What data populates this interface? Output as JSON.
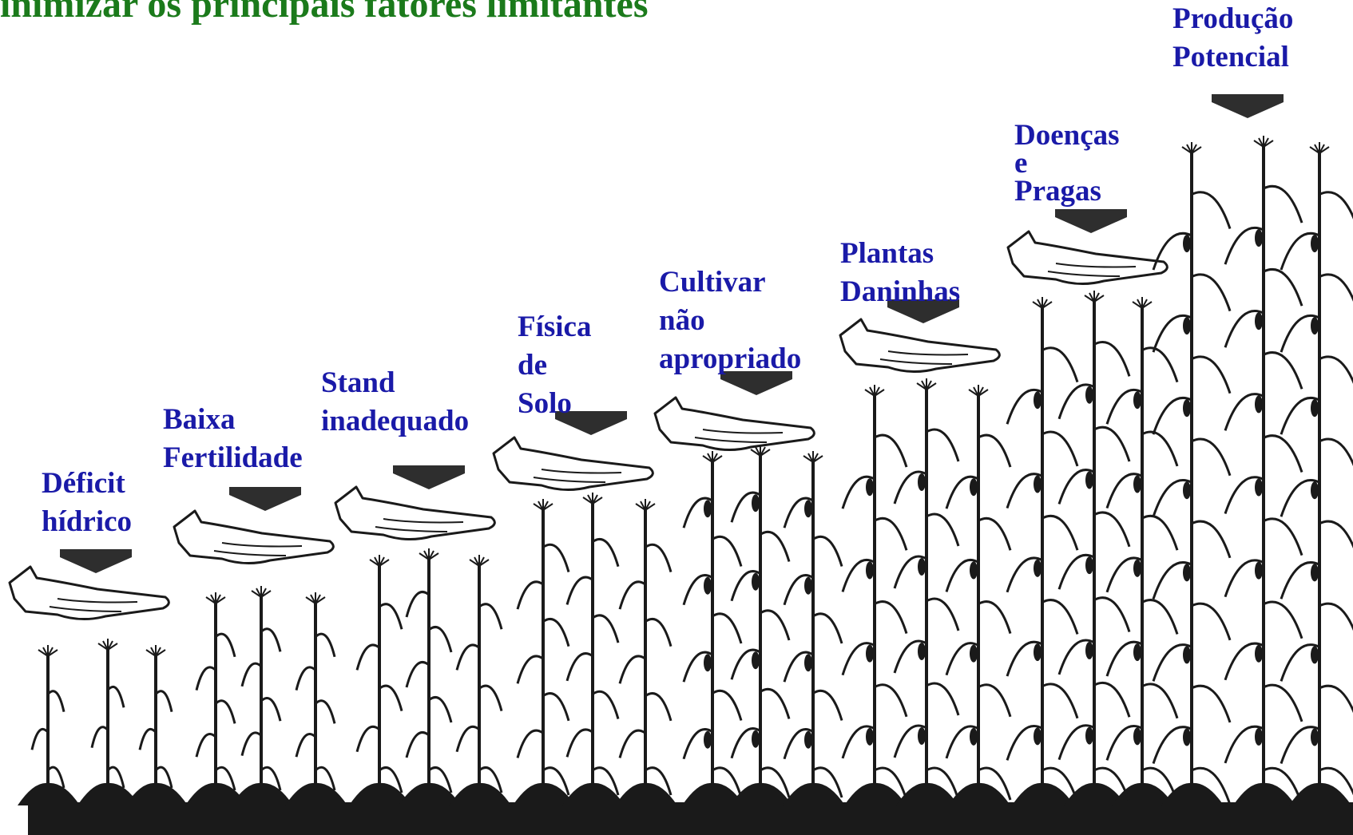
{
  "title": "inimizar os principais fatores limitantes",
  "colors": {
    "title": "#1b7a1b",
    "label": "#1a1aa8",
    "arrow": "#2e2e2e",
    "ink": "#1a1a1a",
    "paper": "#ffffff"
  },
  "stages": [
    {
      "lines": [
        "Déficit",
        "hídrico"
      ]
    },
    {
      "lines": [
        "Baixa",
        "Fertilidade"
      ]
    },
    {
      "lines": [
        "Stand",
        "inadequado"
      ]
    },
    {
      "lines": [
        "Física",
        "de",
        "Solo"
      ]
    },
    {
      "lines": [
        "Cultivar",
        "não",
        "apropriado"
      ]
    },
    {
      "lines": [
        "Plantas",
        "Daninhas"
      ]
    },
    {
      "lines": [
        "Doenças",
        "e",
        "Pragas"
      ]
    },
    {
      "lines": [
        "Produção",
        "Potencial"
      ]
    }
  ],
  "icons": [
    "down-arrow-icon",
    "hand-icon",
    "corn-plant-icon",
    "soil-mound-icon"
  ]
}
